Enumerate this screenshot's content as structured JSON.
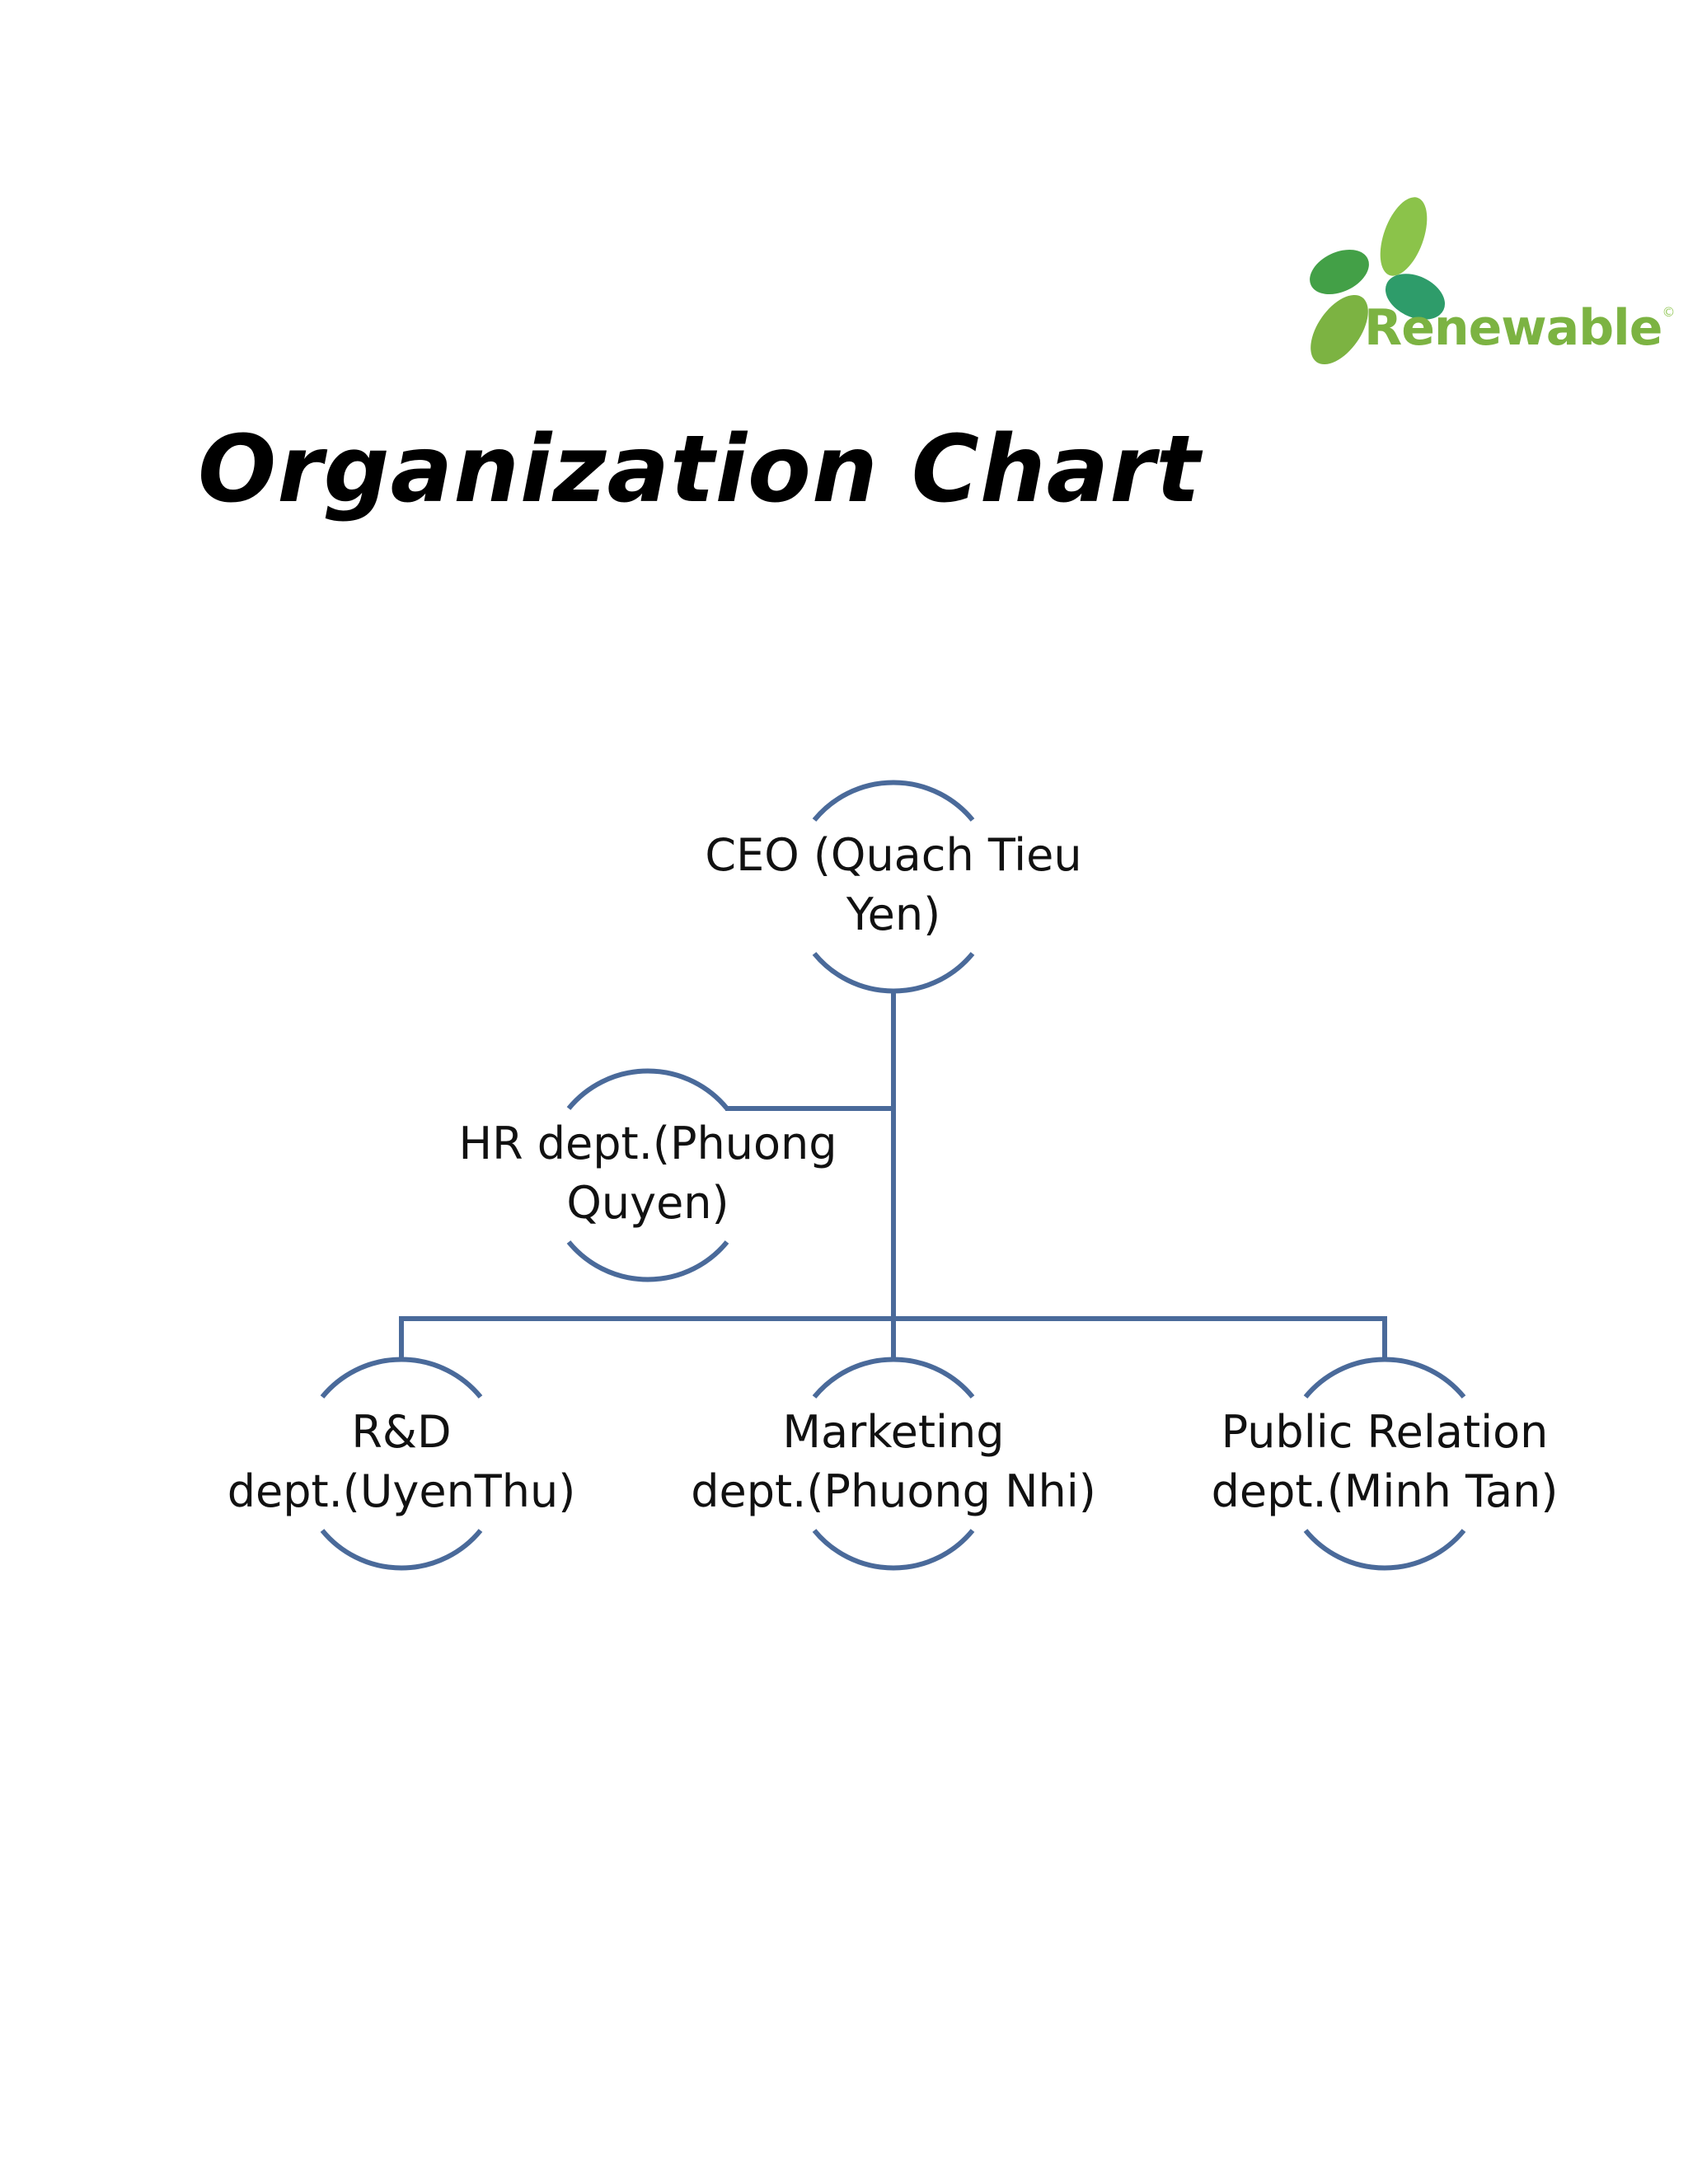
{
  "logo": {
    "text": "Renewable",
    "mark": "©",
    "icon": "four-leaf-clover-icon",
    "colors": {
      "light_green": "#8bc34a",
      "dark_green": "#4caf50"
    }
  },
  "title": "Organization Chart",
  "colors": {
    "connector": "#4a6a9a",
    "text": "#111111"
  },
  "org": {
    "ceo": {
      "line1": "CEO (Quach Tieu",
      "line2": "Yen)"
    },
    "hr": {
      "line1": "HR dept.(Phuong",
      "line2": "Quyen)"
    },
    "rd": {
      "line1": "R&D",
      "line2": "dept.(UyenThu)"
    },
    "marketing": {
      "line1": "Marketing",
      "line2": "dept.(Phuong  Nhi)"
    },
    "pr": {
      "line1": "Public Relation",
      "line2": "dept.(Minh  Tan)"
    }
  }
}
